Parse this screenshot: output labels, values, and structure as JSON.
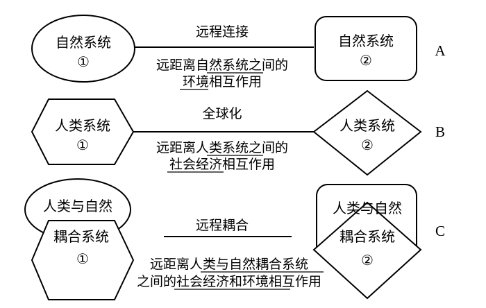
{
  "rows": [
    {
      "letter": "A",
      "left": {
        "line1": "自然系统",
        "line2": "①"
      },
      "right": {
        "line1": "自然系统",
        "line2": "②"
      },
      "label": "远程连接",
      "desc_line1": "远距离自然系统之间的",
      "desc_line2": "环境相互作用"
    },
    {
      "letter": "B",
      "left": {
        "line1": "人类系统",
        "line2": "①"
      },
      "right": {
        "line1": "人类系统",
        "line2": "②"
      },
      "label": "全球化",
      "desc_line1": "远距离人类系统之间的",
      "desc_line2": "社会经济相互作用"
    },
    {
      "letter": "C",
      "left": {
        "line1": "人类与自然",
        "line2": "耦合系统",
        "line3": "①"
      },
      "right": {
        "line1": "人类与自然",
        "line2": "耦合系统",
        "line3": "②"
      },
      "label": "远程耦合",
      "desc_line1": "远距离人类与自然耦合系统",
      "desc_line2": "之间的社会经济和环境相互作用"
    }
  ]
}
